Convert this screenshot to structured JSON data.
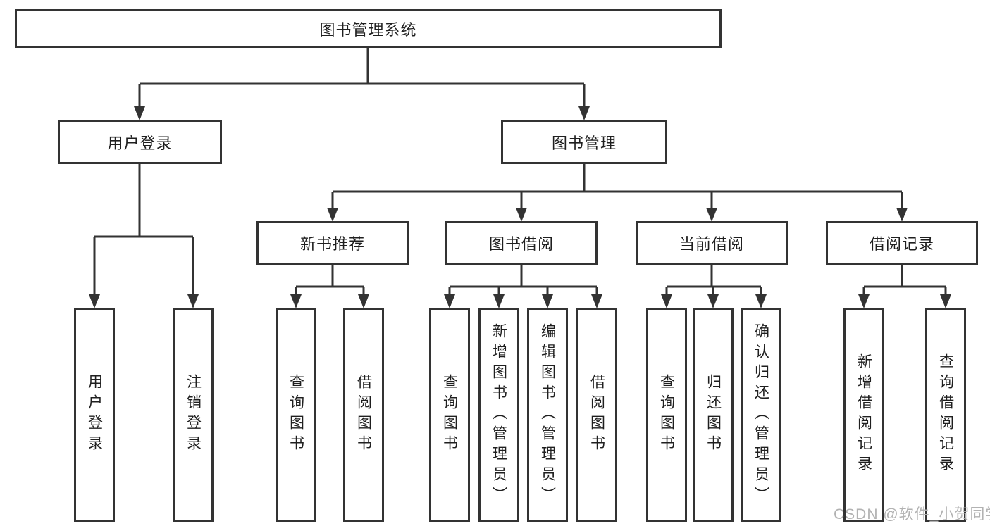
{
  "diagram": {
    "type": "hierarchy-tree",
    "root": {
      "label": "图书管理系统"
    },
    "level2": [
      {
        "label": "用户登录"
      },
      {
        "label": "图书管理"
      }
    ],
    "level3": [
      {
        "label": "新书推荐"
      },
      {
        "label": "图书借阅"
      },
      {
        "label": "当前借阅"
      },
      {
        "label": "借阅记录"
      }
    ],
    "leaves": [
      {
        "label": "用户登录"
      },
      {
        "label": "注销登录"
      },
      {
        "label": "查询图书"
      },
      {
        "label": "借阅图书"
      },
      {
        "label": "查询图书"
      },
      {
        "label": "新增图书（管理员）"
      },
      {
        "label": "编辑图书（管理员）"
      },
      {
        "label": "借阅图书"
      },
      {
        "label": "查询图书"
      },
      {
        "label": "归还图书"
      },
      {
        "label": "确认归还（管理员）"
      },
      {
        "label": "新增借阅记录"
      },
      {
        "label": "查询借阅记录"
      }
    ],
    "hierarchy": {
      "图书管理系统": [
        "用户登录",
        "图书管理"
      ],
      "用户登录": [
        "用户登录",
        "注销登录"
      ],
      "图书管理": [
        "新书推荐",
        "图书借阅",
        "当前借阅",
        "借阅记录"
      ],
      "新书推荐": [
        "查询图书",
        "借阅图书"
      ],
      "图书借阅": [
        "查询图书",
        "新增图书（管理员）",
        "编辑图书（管理员）",
        "借阅图书"
      ],
      "当前借阅": [
        "查询图书",
        "归还图书",
        "确认归还（管理员）"
      ],
      "借阅记录": [
        "新增借阅记录",
        "查询借阅记录"
      ]
    }
  },
  "watermark": {
    "text": "CSDN @软件_小贺同学",
    "color": "#b2b2b2"
  },
  "colors": {
    "line": "#333333",
    "box_border": "#333333",
    "text": "#1f1f1f",
    "background": "#ffffff"
  }
}
